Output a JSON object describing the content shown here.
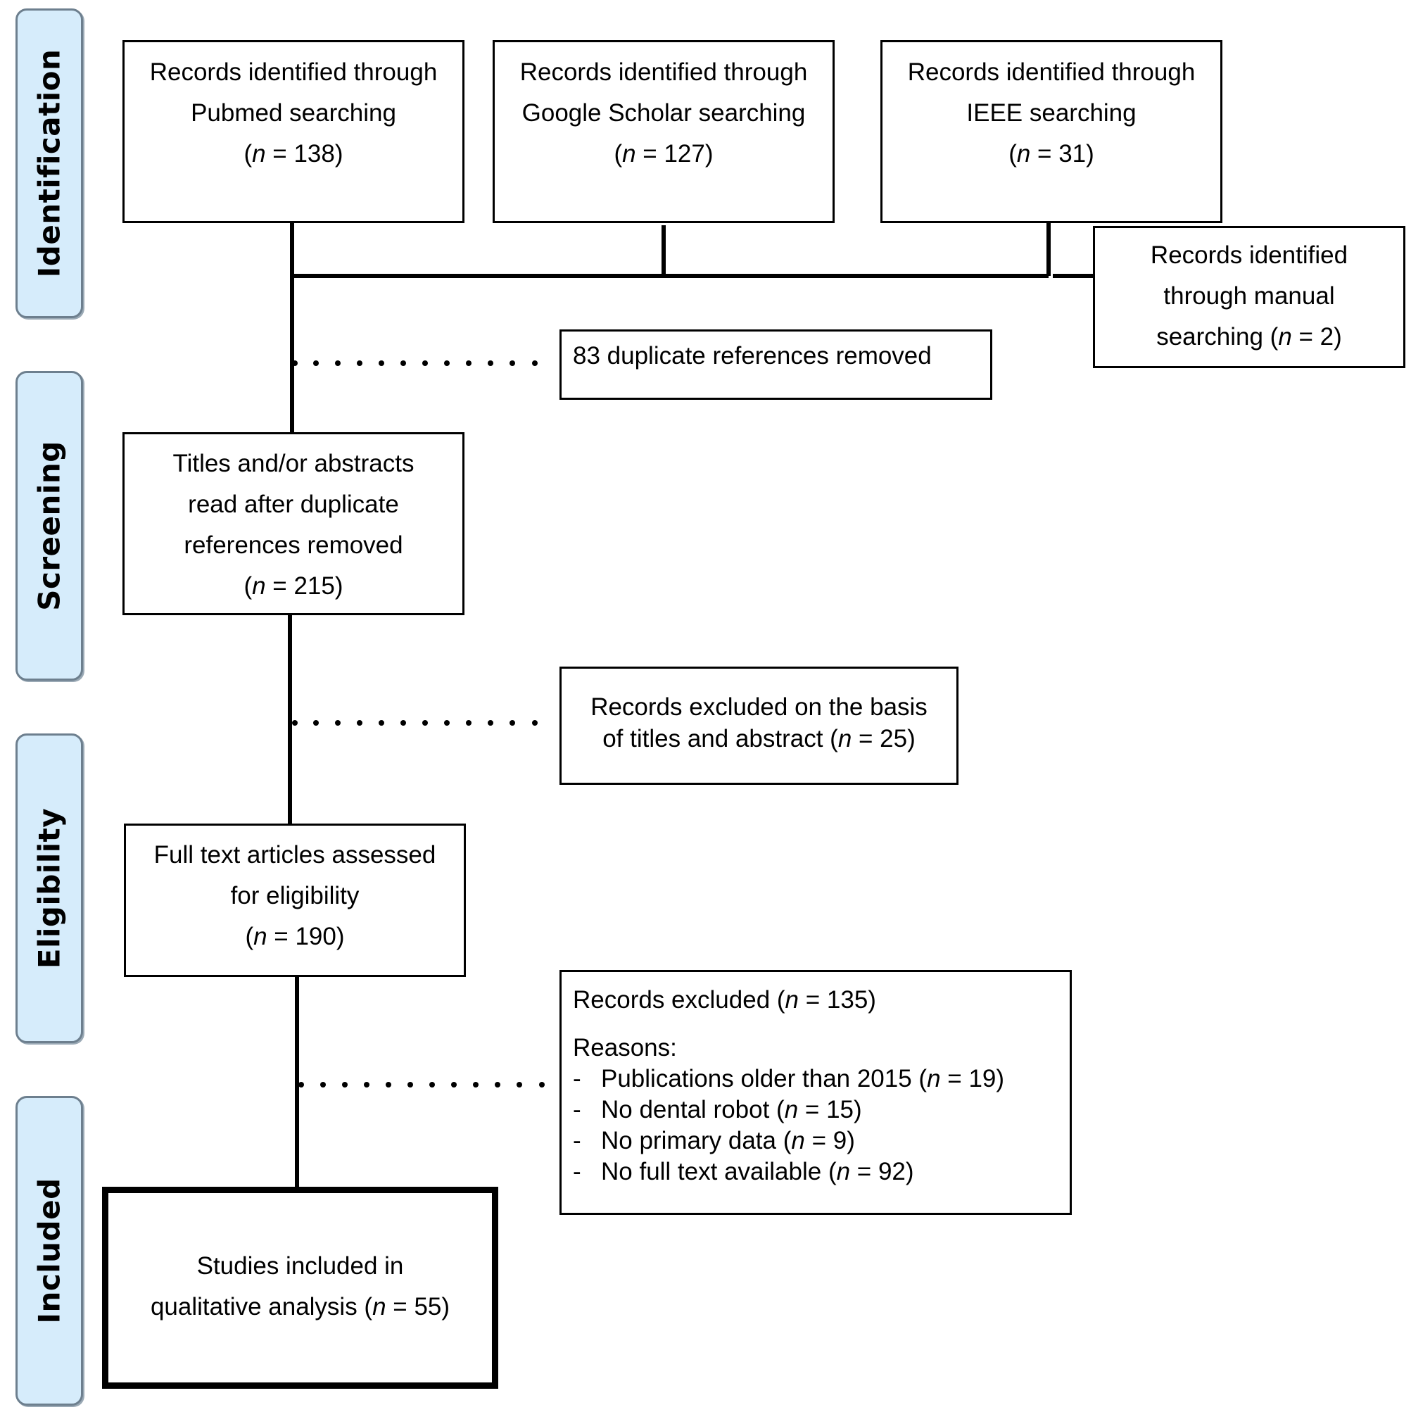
{
  "phases": {
    "identification": "Identification",
    "screening": "Screening",
    "eligibility": "Eligibility",
    "included": "Included"
  },
  "sources": {
    "pubmed": {
      "line1": "Records identified through",
      "line2": "Pubmed searching",
      "count": "(n = 138)"
    },
    "scholar": {
      "line1": "Records identified through",
      "line2": "Google Scholar searching",
      "count": "(n = 127)"
    },
    "ieee": {
      "line1": "Records identified through",
      "line2": "IEEE searching",
      "count": "(n = 31)"
    },
    "manual": {
      "line1": "Records identified",
      "line2": "through manual",
      "line3": "searching (n = 2)"
    }
  },
  "duplicates": {
    "text": "83 duplicate references removed"
  },
  "screening_box": {
    "line1": "Titles and/or abstracts",
    "line2": "read after duplicate",
    "line3": "references removed",
    "count": "(n = 215)"
  },
  "excluded_titles": {
    "line1": "Records excluded on the basis",
    "line2": "of titles and abstract (n = 25)"
  },
  "eligibility_box": {
    "line1": "Full text articles assessed",
    "line2": "for eligibility",
    "count": "(n = 190)"
  },
  "excluded_full": {
    "header": "Records excluded (n = 135)",
    "reasons_label": "Reasons:",
    "reasons": [
      "Publications older than 2015 (n = 19)",
      "No dental robot (n = 15)",
      "No primary data (n = 9)",
      "No full text available (n = 92)"
    ]
  },
  "included_box": {
    "line1": "Studies included in",
    "line2": "qualitative analysis (n = 55)"
  }
}
